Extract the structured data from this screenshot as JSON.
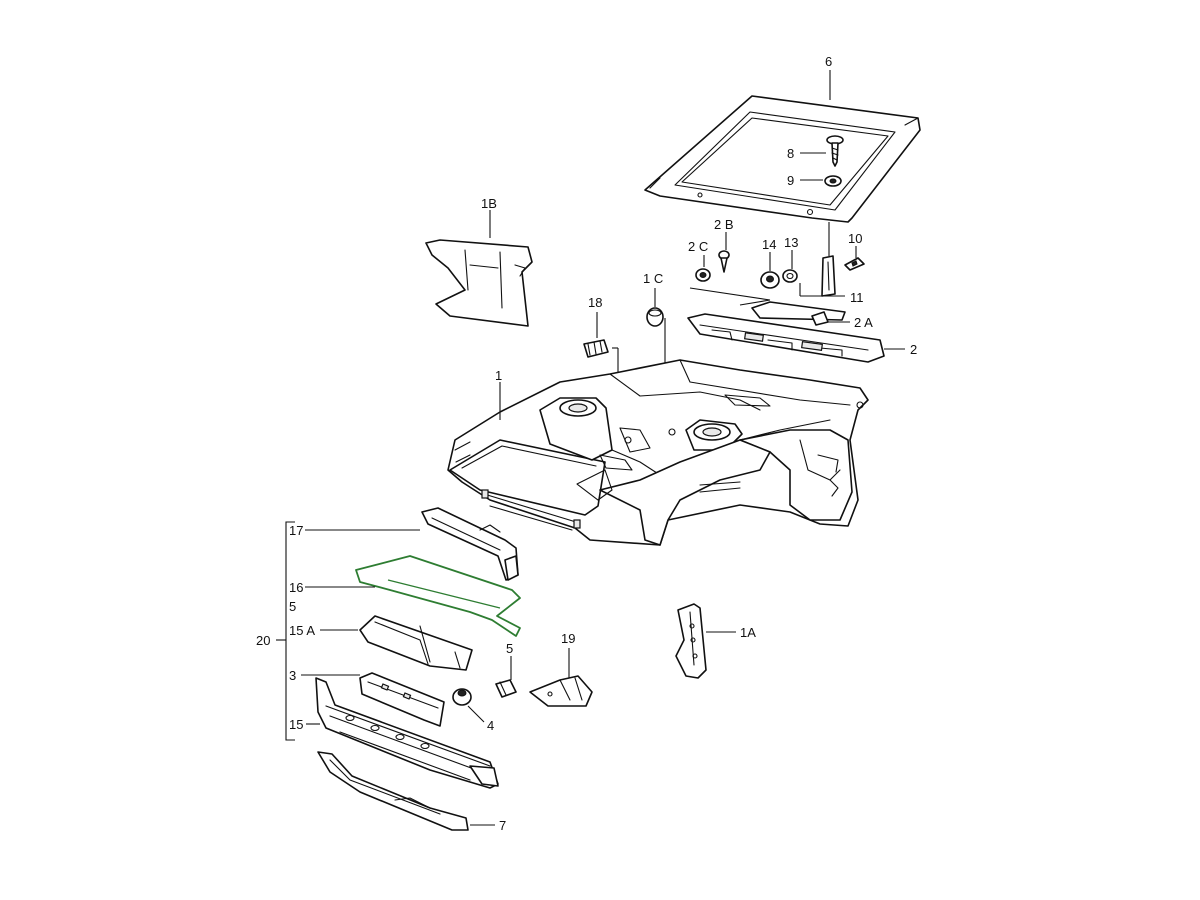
{
  "diagram": {
    "highlight_color": "#2e7d32",
    "callouts": {
      "c1": "1",
      "c1A": "1A",
      "c1B": "1B",
      "c1C": "1 C",
      "c2": "2",
      "c2A": "2 A",
      "c2B": "2 B",
      "c2C": "2 C",
      "c3": "3",
      "c4": "4",
      "c5a": "5",
      "c5b": "5",
      "c6": "6",
      "c7": "7",
      "c8": "8",
      "c9": "9",
      "c10": "10",
      "c11": "11",
      "c13": "13",
      "c14": "14",
      "c15": "15",
      "c15A": "15 A",
      "c16": "16",
      "c17": "17",
      "c18": "18",
      "c19": "19",
      "c20": "20"
    }
  }
}
